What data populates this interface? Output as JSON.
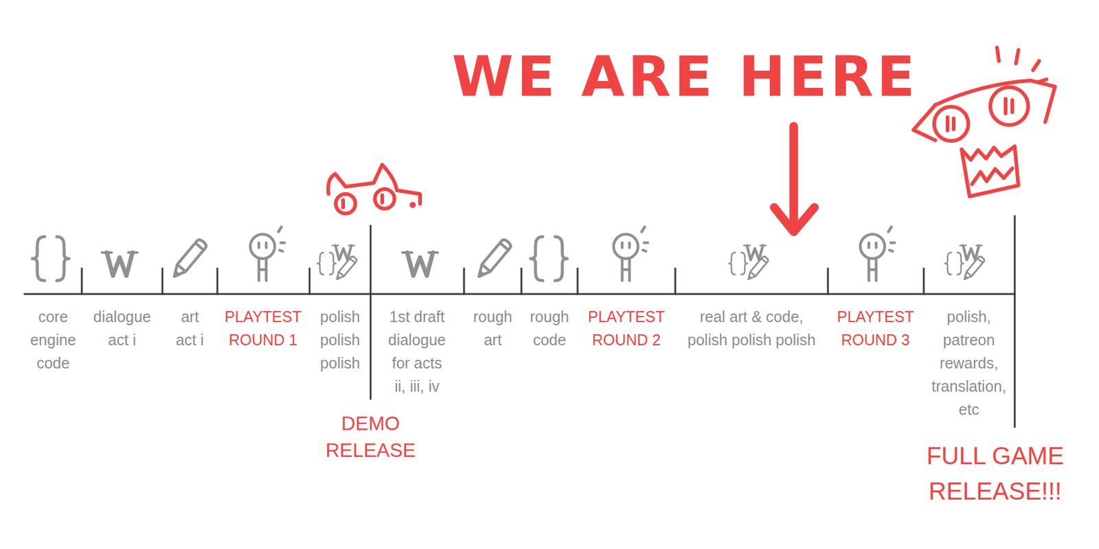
{
  "diagram": {
    "labels": [
      "WE ARE HERE",
      "core engine code",
      "dialogue act i",
      "art act i",
      "PLAYTEST ROUND 1",
      "polish polish polish",
      "DEMO RELEASE",
      "1st draft dialogue for acts ii, iii, iv",
      "rough art",
      "rough code",
      "PLAYTEST ROUND 2",
      "real art & code, polish polish polish",
      "PLAYTEST ROUND 3",
      "polish, patreon rewards, translation, etc",
      "FULL GAME RELEASE!!!"
    ]
  }
}
